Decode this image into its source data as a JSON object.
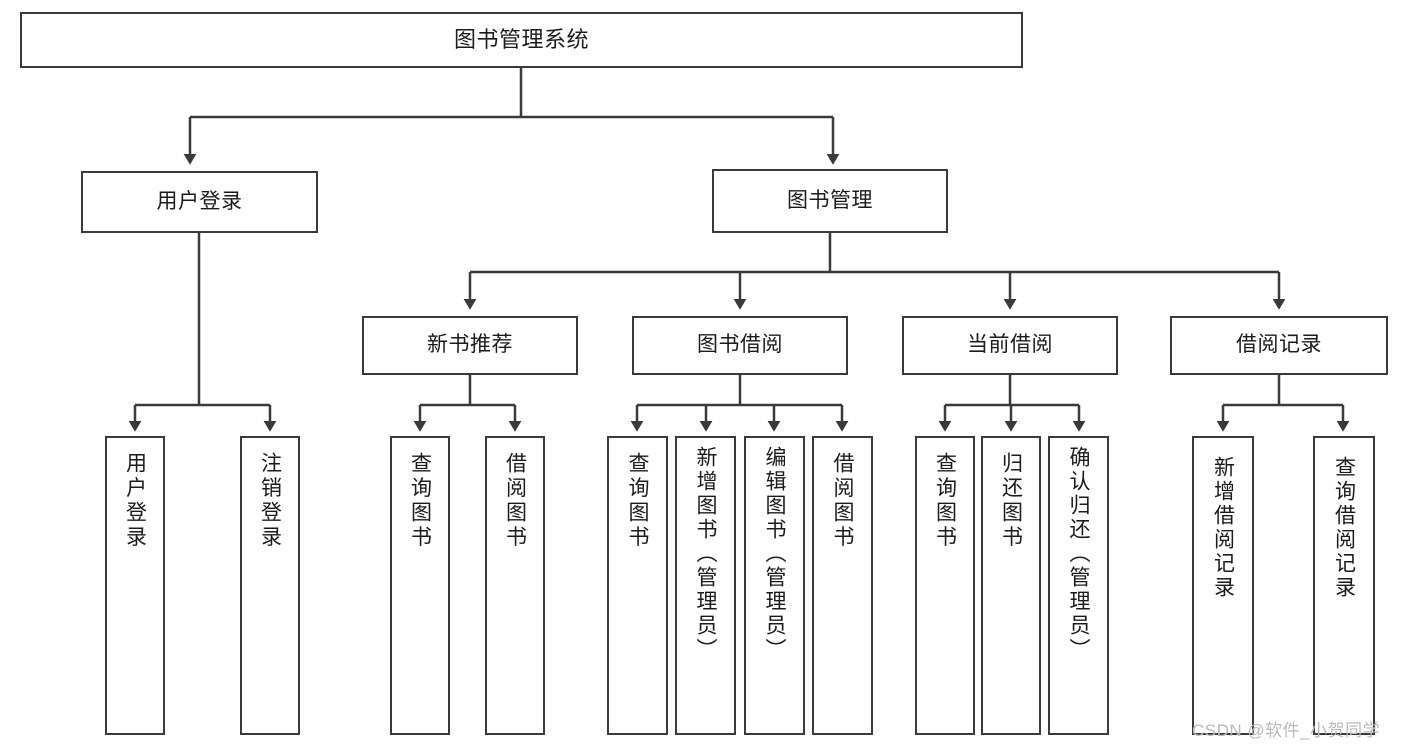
{
  "diagram": {
    "title": "图书管理系统",
    "type": "hierarchy-tree",
    "watermark": "CSDN @软件_小贺同学",
    "colors": {
      "stroke": "#3a3a3a",
      "fill": "#ffffff",
      "text": "#1b1b1b",
      "watermark": "#b9b9b9"
    },
    "nodes": {
      "root": {
        "label": "图书管理系统"
      },
      "level2": [
        {
          "label": "用户登录"
        },
        {
          "label": "图书管理"
        }
      ],
      "level3": [
        {
          "label": "新书推荐"
        },
        {
          "label": "图书借阅"
        },
        {
          "label": "当前借阅"
        },
        {
          "label": "借阅记录"
        }
      ],
      "leaves": {
        "user_login": [
          {
            "label": "用户登录"
          },
          {
            "label": "注销登录"
          }
        ],
        "new_book": [
          {
            "label": "查询图书"
          },
          {
            "label": "借阅图书"
          }
        ],
        "borrow": [
          {
            "label": "查询图书"
          },
          {
            "label": "新增图书（管理员）"
          },
          {
            "label": "编辑图书（管理员）"
          },
          {
            "label": "借阅图书"
          }
        ],
        "current": [
          {
            "label": "查询图书"
          },
          {
            "label": "归还图书"
          },
          {
            "label": "确认归还（管理员）"
          }
        ],
        "records": [
          {
            "label": "新增借阅记录"
          },
          {
            "label": "查询借阅记录"
          }
        ]
      }
    }
  }
}
